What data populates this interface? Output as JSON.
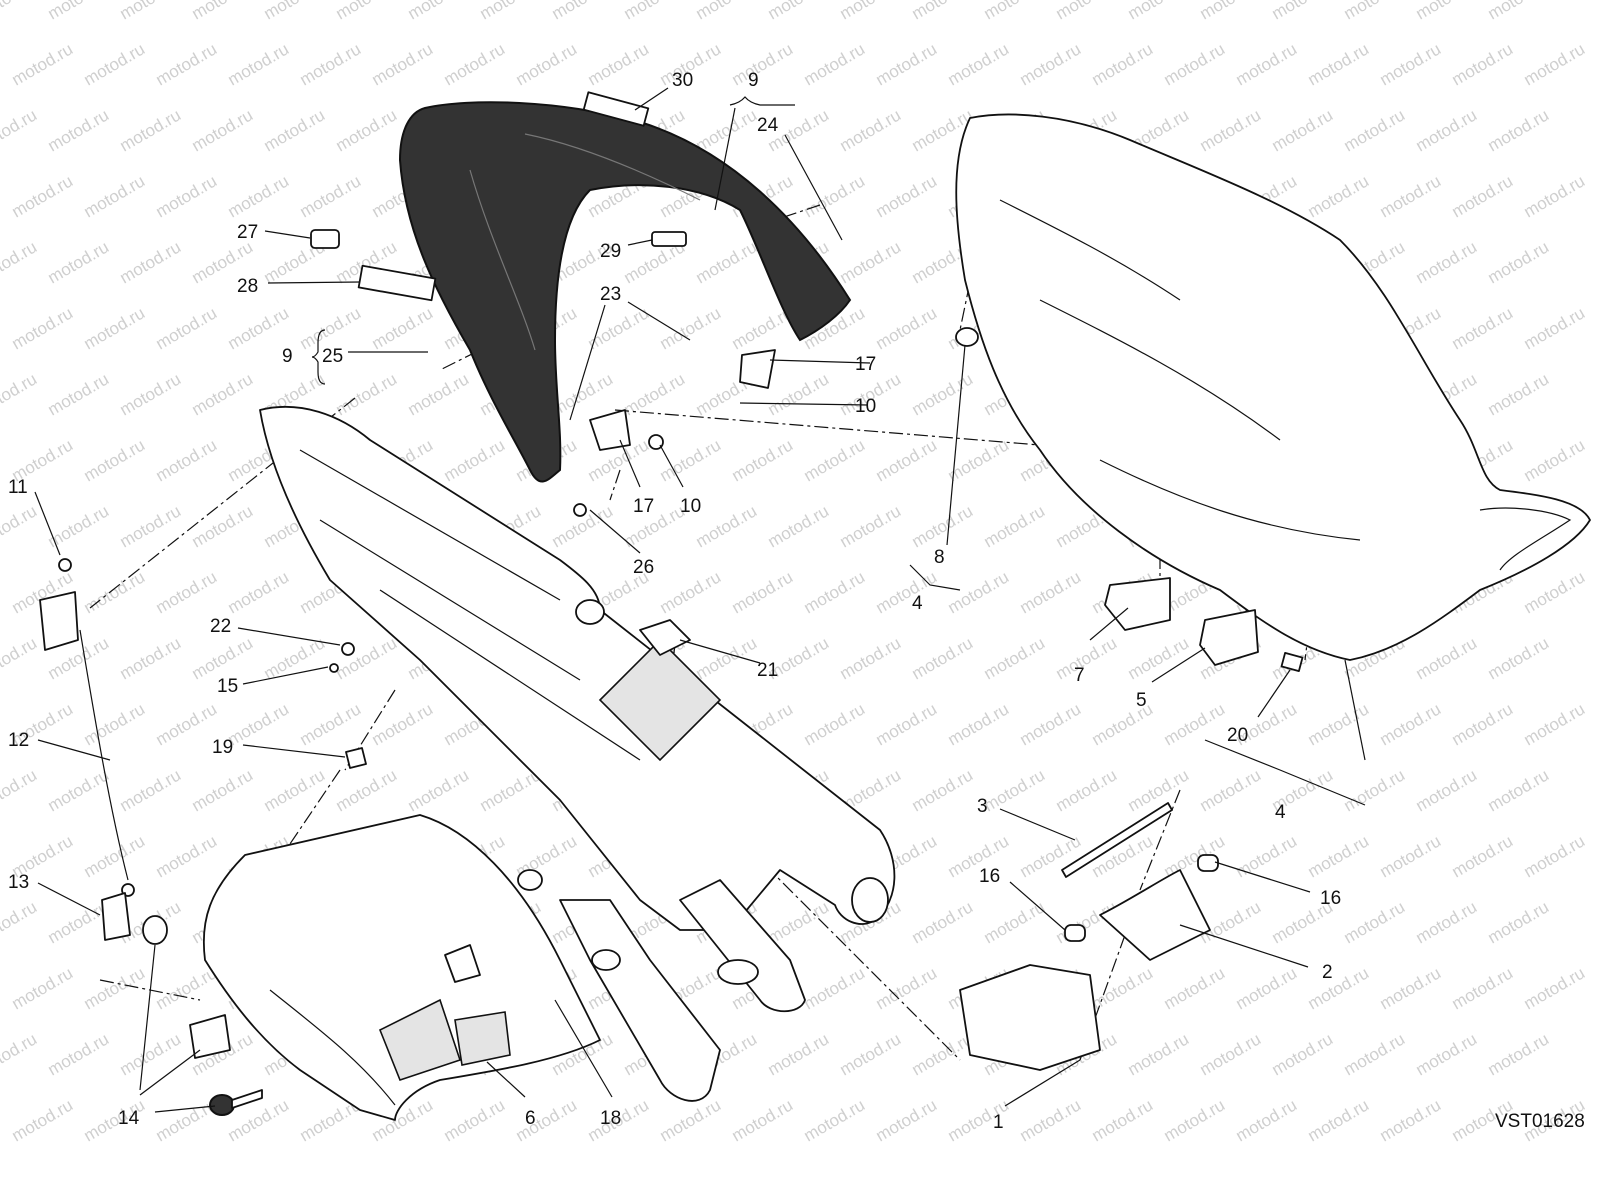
{
  "watermark": "motod.ru",
  "diagram_code": "VST01628",
  "callouts": [
    "30",
    "9",
    "24",
    "27",
    "29",
    "28",
    "23",
    "17",
    "9",
    "25",
    "10",
    "10",
    "17",
    "26",
    "11",
    "22",
    "21",
    "15",
    "8",
    "4",
    "7",
    "5",
    "20",
    "12",
    "19",
    "4",
    "3",
    "16",
    "16",
    "13",
    "2",
    "14",
    "6",
    "18",
    "1",
    "14"
  ],
  "icons": [
    "seat-cowl",
    "rider-seat",
    "rear-subframe",
    "undertray",
    "seat-lock",
    "key",
    "cable",
    "hook-bracket"
  ]
}
